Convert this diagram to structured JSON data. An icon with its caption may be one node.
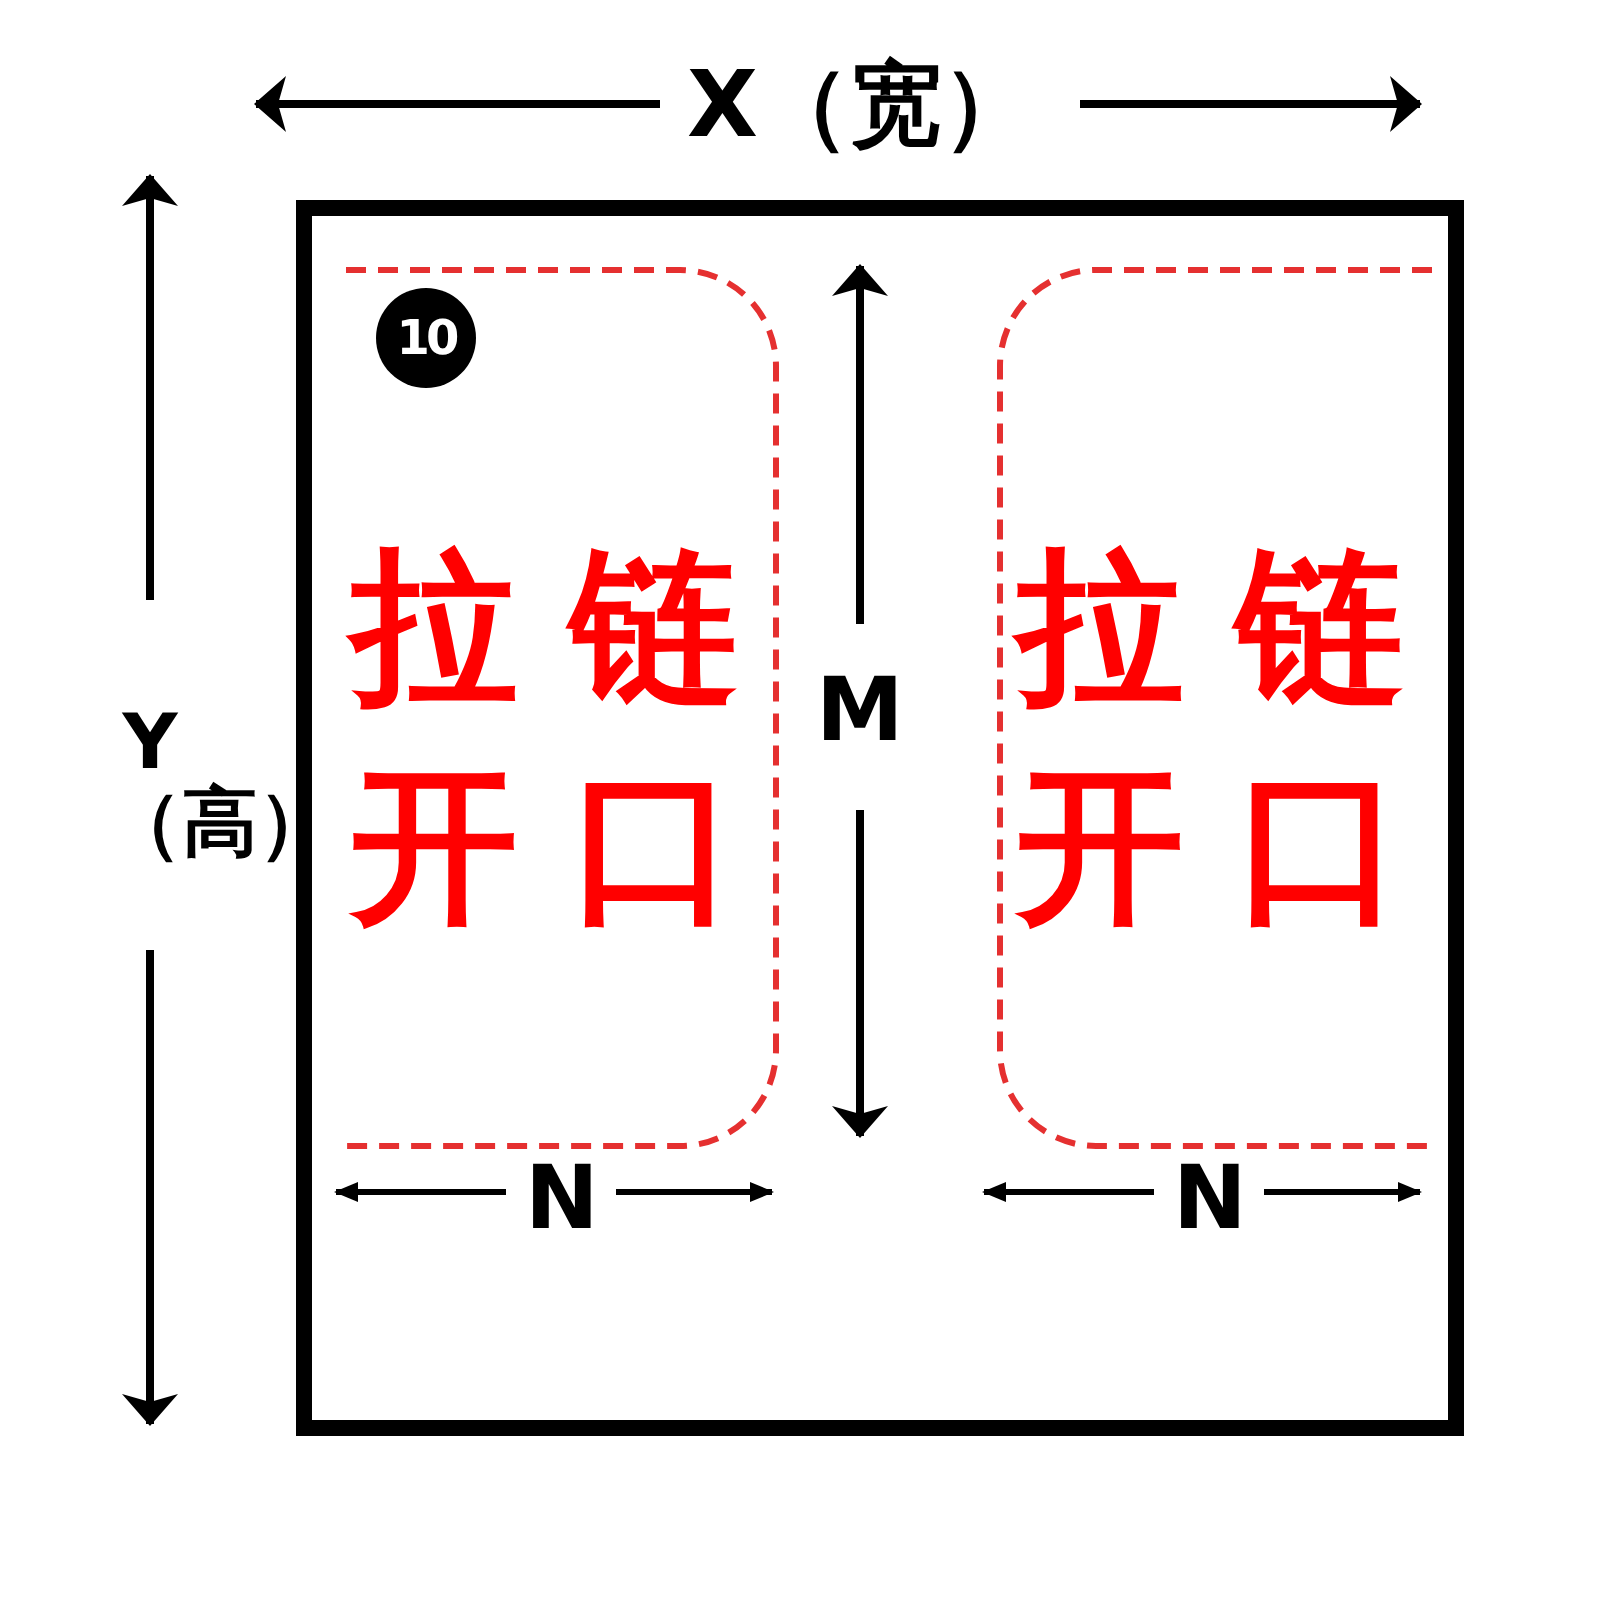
{
  "diagram": {
    "nodes": [
      {
        "text": [],
        "shape": "box"
      },
      {
        "text": [
          "10"
        ],
        "in": 2
      },
      {
        "text": [
          "拉链开口"
        ],
        "in": 0,
        "beside": [
          "N"
        ]
      },
      {
        "text": [
          "拉链开口"
        ],
        "in": 0,
        "beside": [
          "N"
        ]
      }
    ],
    "labels": [
      "X（宽）",
      "Y（高）",
      "M"
    ]
  }
}
